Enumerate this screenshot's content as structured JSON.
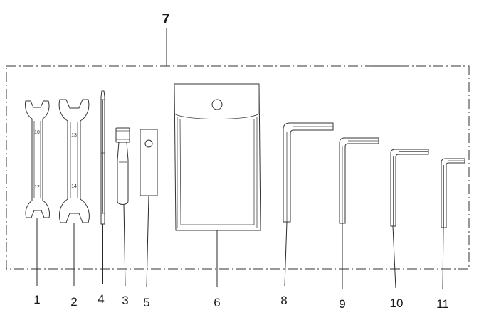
{
  "labels": {
    "kit": "7",
    "wrench_1": "1",
    "wrench_2": "2",
    "screwdriver": "4",
    "socket": "3",
    "plate": "5",
    "pouch": "6",
    "hex_8": "8",
    "hex_9": "9",
    "hex_10": "10",
    "hex_11": "11"
  },
  "wrench_marks": {
    "w1_top": "10",
    "w1_bottom": "12",
    "w2_top": "13",
    "w2_bottom": "14"
  }
}
